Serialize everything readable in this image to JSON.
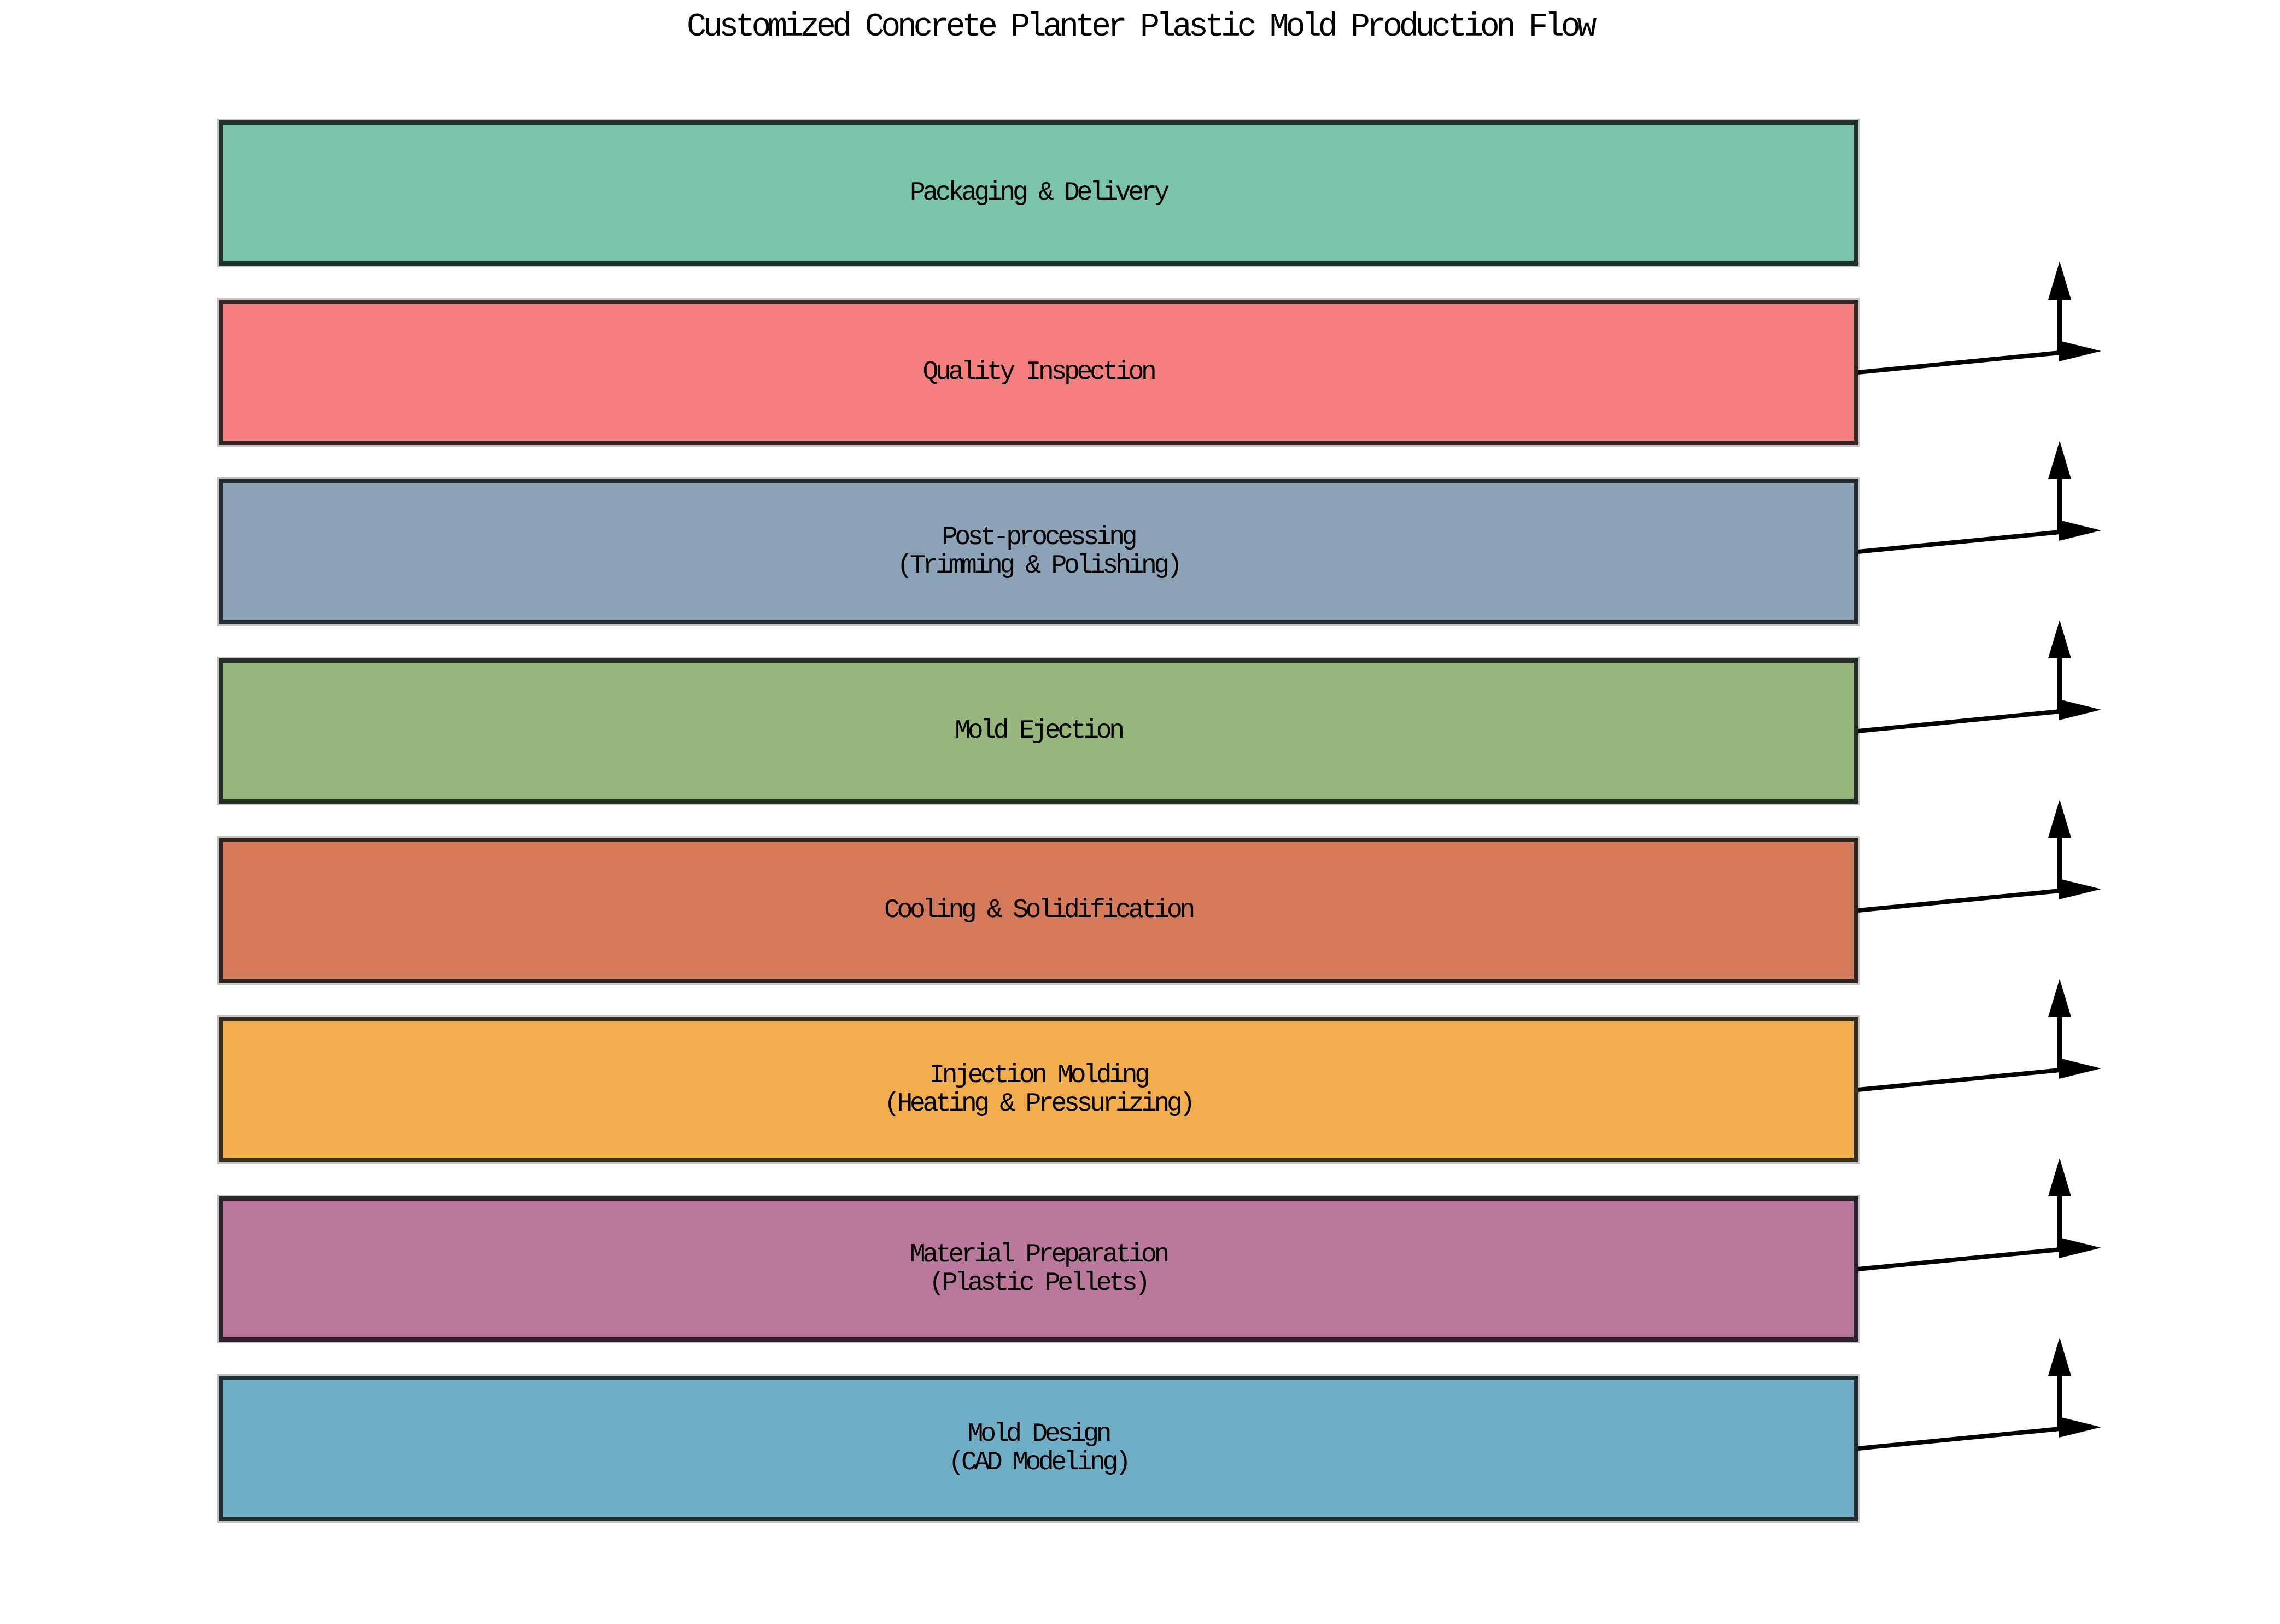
{
  "title": "Customized Concrete Planter Plastic Mold Production Flow",
  "background_color": "#ffffff",
  "bar_border_color": "#333333",
  "arrow_color": "#000000",
  "text_color": "#000000",
  "steps_top_to_bottom": [
    {
      "id": "packaging-delivery",
      "lines": [
        "Packaging & Delivery"
      ],
      "color": "#7ac3ac"
    },
    {
      "id": "quality-inspection",
      "lines": [
        "Quality Inspection"
      ],
      "color": "#f57e7e"
    },
    {
      "id": "post-processing",
      "lines": [
        "Post-processing",
        "(Trimming & Polishing)"
      ],
      "color": "#8ca3b7"
    },
    {
      "id": "mold-ejection",
      "lines": [
        "Mold Ejection"
      ],
      "color": "#97b67e"
    },
    {
      "id": "cooling-solidification",
      "lines": [
        "Cooling & Solidification"
      ],
      "color": "#d4795a"
    },
    {
      "id": "injection-molding",
      "lines": [
        "Injection Molding",
        "(Heating & Pressurizing)"
      ],
      "color": "#f2ae4d"
    },
    {
      "id": "material-preparation",
      "lines": [
        "Material Preparation",
        "(Plastic Pellets)"
      ],
      "color": "#b9779c"
    },
    {
      "id": "mold-design",
      "lines": [
        "Mold Design",
        "(CAD Modeling)"
      ],
      "color": "#6fadc7"
    }
  ],
  "arrows": {
    "count": 7,
    "direction": "up",
    "meaning": "each lower stage flows to the stage above"
  }
}
